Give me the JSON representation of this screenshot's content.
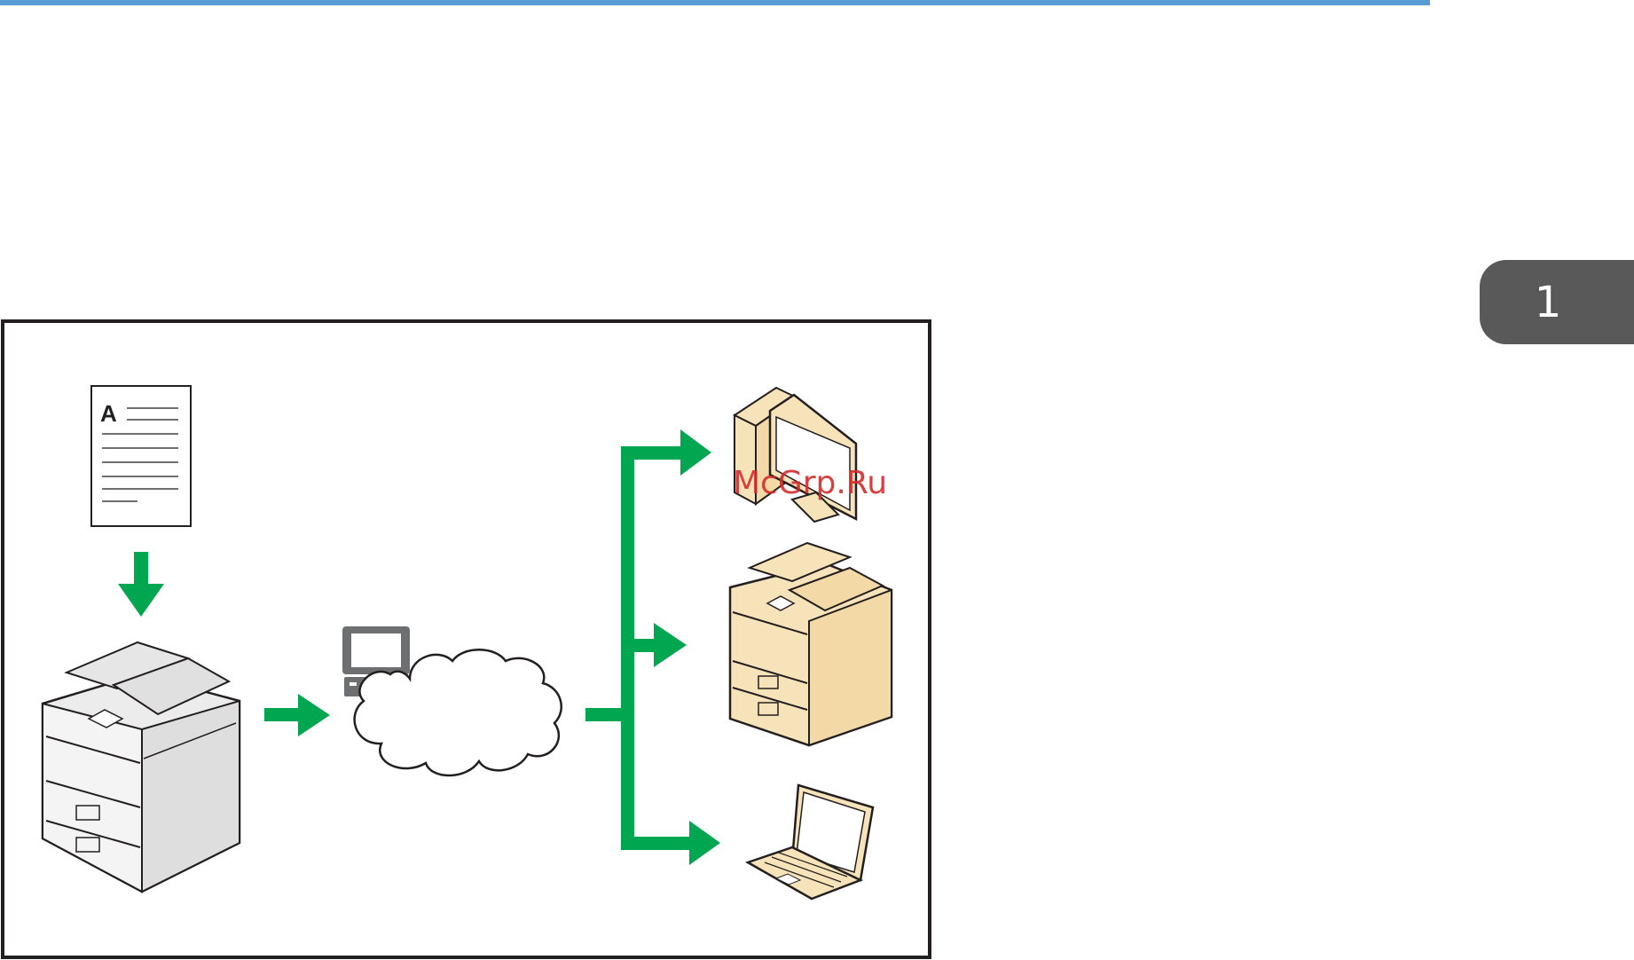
{
  "page": {
    "chapter_number": "1",
    "watermark": "McGrp.Ru"
  },
  "diagram": {
    "document_letter": "A"
  },
  "colors": {
    "top_rule": "#5b9bd5",
    "chapter_tab": "#595959",
    "arrow_green": "#00a650",
    "device_gray": "#ececec",
    "device_beige": "#f7e3b9",
    "server_gray": "#6d6f71"
  },
  "icons": [
    "document-icon",
    "multifunction-printer-icon",
    "server-icon",
    "network-cloud-icon",
    "desktop-computer-icon",
    "multifunction-printer-icon",
    "laptop-icon"
  ]
}
